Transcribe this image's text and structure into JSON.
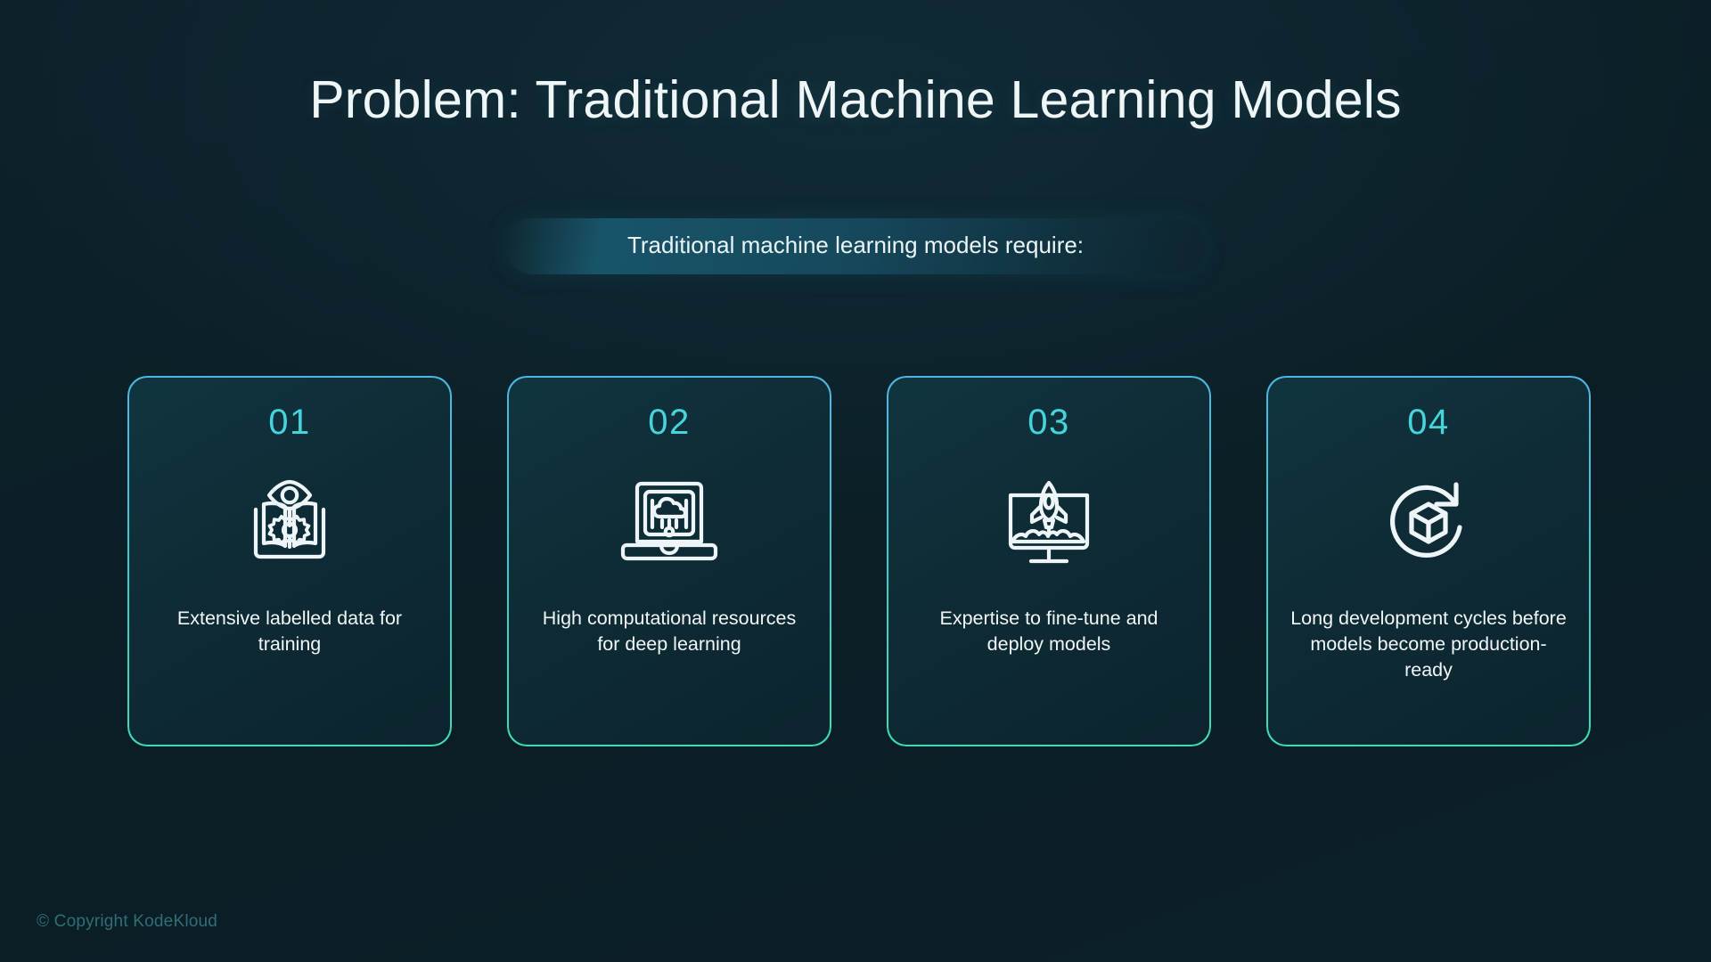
{
  "slide": {
    "title": "Problem: Traditional Machine Learning Models",
    "subtitle": "Traditional machine learning models require:",
    "footer": "© Copyright KodeKloud"
  },
  "theme": {
    "background": "#0c1f28",
    "card_background_top": "#10353f",
    "card_background_bottom": "#0c242d",
    "border_gradient_start": "#4fb6e0",
    "border_gradient_end": "#3fdcb4",
    "number_color": "#46d4dc",
    "text_color": "#f0f6f8",
    "footer_color": "#2f6e77"
  },
  "cards": [
    {
      "number": "01",
      "icon": "book-eye-gear-icon",
      "label": "Extensive labelled data for training"
    },
    {
      "number": "02",
      "icon": "laptop-cloud-icon",
      "label": "High computational resources for deep learning"
    },
    {
      "number": "03",
      "icon": "monitor-rocket-icon",
      "label": "Expertise to fine-tune and deploy models"
    },
    {
      "number": "04",
      "icon": "cube-refresh-icon",
      "label": "Long development cycles before models become production-ready"
    }
  ]
}
